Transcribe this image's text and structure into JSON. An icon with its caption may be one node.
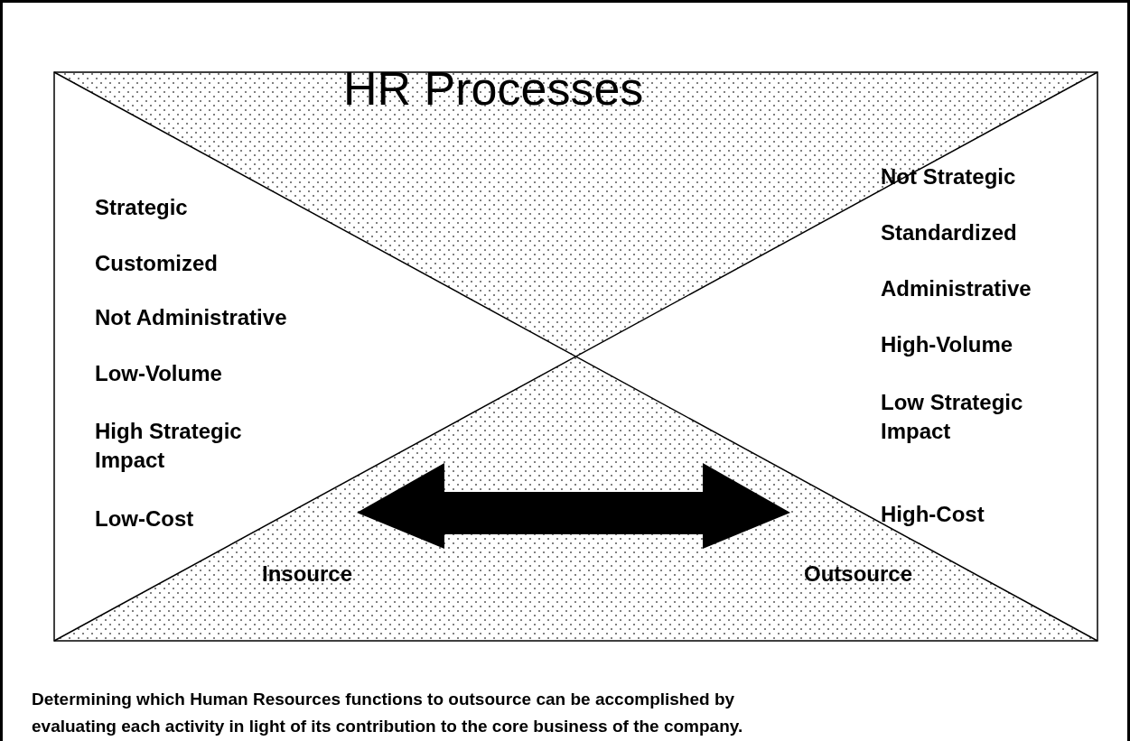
{
  "diagram": {
    "title": "HR Processes",
    "caption": "Determining which Human Resources functions to outsource can be accomplished by evaluating each activity in light of its contribution to the core business of the company.",
    "labels": [
      "Strategic",
      "Customized",
      "Not Administrative",
      "Low-Volume",
      "High Strategic Impact",
      "Low-Cost",
      "Not Strategic",
      "Standardized",
      "Administrative",
      "High-Volume",
      "Low Strategic Impact",
      "High-Cost",
      "Insource",
      "Outsource"
    ]
  }
}
